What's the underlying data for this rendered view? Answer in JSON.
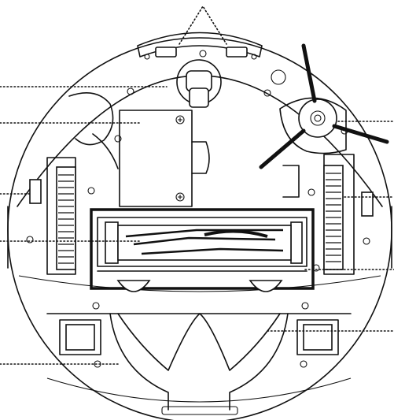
{
  "diagram": {
    "subject": "robot-vacuum-underside",
    "line_color": "#111111",
    "background": "#ffffff",
    "callout_count": 10,
    "parts": [
      "front-sensor-window",
      "caster-wheel",
      "side-brush",
      "battery-cover",
      "left-drive-wheel",
      "right-drive-wheel",
      "main-brush",
      "brush-guard",
      "dust-bin",
      "cliff-sensors"
    ]
  }
}
